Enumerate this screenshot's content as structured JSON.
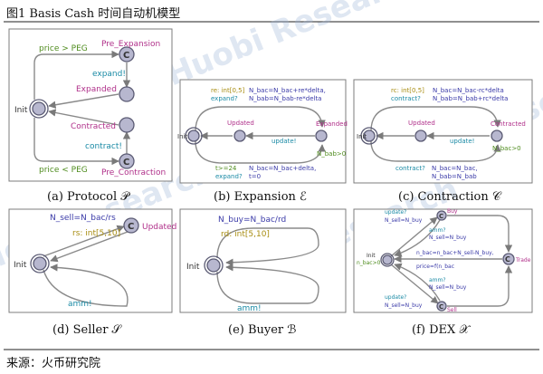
{
  "figure_title": "图1 Basis Cash 时间自动机模型",
  "source": "来源：火币研究院",
  "watermark": "Huobi Research",
  "panels": {
    "a": {
      "caption": "(a) Protocol 𝒫",
      "locations": [
        "Init",
        "Pre_Expansion",
        "Expanded",
        "Contracted",
        "Pre_Contraction"
      ],
      "guards": [
        "price > PEG",
        "price < PEG"
      ],
      "syncs": [
        "expand!",
        "contract!"
      ],
      "committed": "C"
    },
    "b": {
      "caption": "(b) Expansion ℰ",
      "locations": [
        "Init",
        "Updated",
        "Expanded"
      ],
      "select": "re: int[0,5]",
      "sync_top": "expand?",
      "update_top_1": "N_bac=N_bac+re*delta,",
      "update_top_2": "N_bab=N_bab-re*delta",
      "sync_mid": "update!",
      "guard_right": "N_bab>0",
      "guard_bottom": "t>=24",
      "sync_bottom": "expand?",
      "update_bottom_1": "N_bac=N_bac+delta,",
      "update_bottom_2": "t=0"
    },
    "c": {
      "caption": "(c) Contraction 𝒞",
      "locations": [
        "Init",
        "Updated",
        "Contracted"
      ],
      "select": "rc: int[0,5]",
      "sync_top": "contract?",
      "update_top_1": "N_bac=N_bac-rc*delta",
      "update_top_2": "N_bab=N_bab+rc*delta",
      "sync_mid": "update!",
      "guard_right": "N_bac>0",
      "sync_bottom": "contract?",
      "update_bottom_1": "N_bac=N_bac,",
      "update_bottom_2": "N_bab=N_bab"
    },
    "d": {
      "caption": "(d) Seller 𝒮",
      "locations": [
        "Init",
        "Updated"
      ],
      "update": "N_sell=N_bac/rs",
      "select": "rs: int[5,10]",
      "sync": "amm!",
      "committed": "C"
    },
    "e": {
      "caption": "(e) Buyer ℬ",
      "locations": [
        "Init"
      ],
      "update": "N_buy=N_bac/rd",
      "select": "rd: int[5,10]",
      "sync": "amm!"
    },
    "f": {
      "caption": "(f) DEX 𝒳",
      "locations": [
        "Init",
        "Buy",
        "Sell",
        "Trade"
      ],
      "init_guard": "n_bac>0",
      "sync_top": "update?",
      "update_top": "N_sell=N_buy",
      "sync_buy": "amm?",
      "update_buy": "N_sell=N_buy",
      "update_mid": "n_bac=n_bac+N_sell-N_buy,",
      "update_mid2": "price=f(n_bac",
      "sync_sell": "amm?",
      "update_sell": "N_sell=N_buy",
      "sync_bottom": "update?",
      "update_bottom": "N_sell=N_buy",
      "committed": "C"
    }
  }
}
